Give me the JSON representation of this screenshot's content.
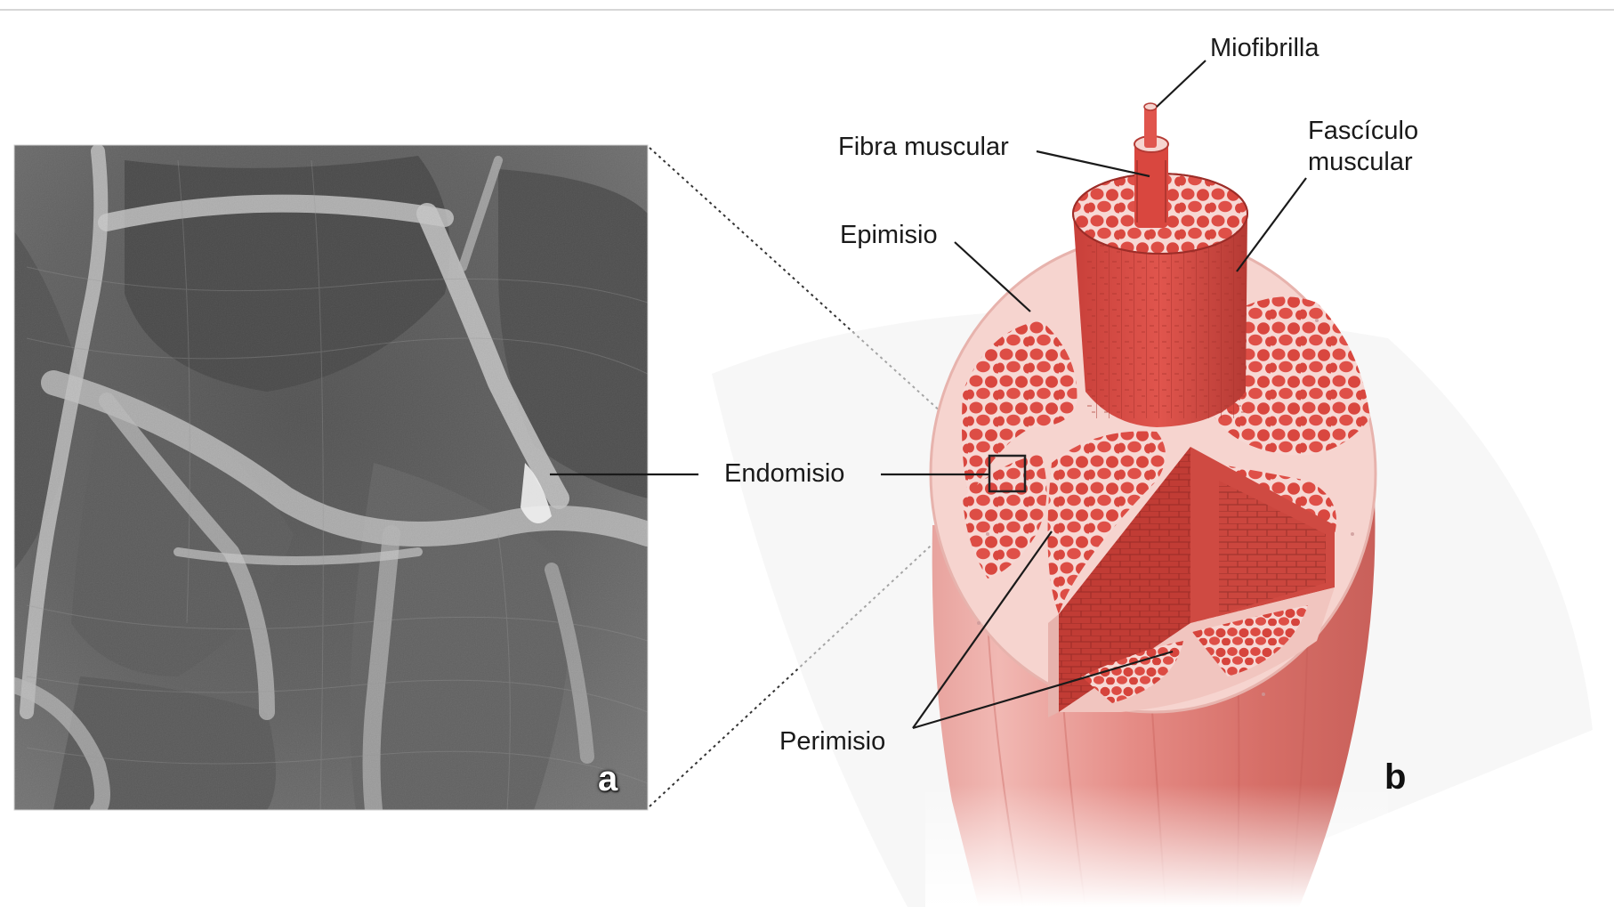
{
  "figure": {
    "panels": {
      "a": "a",
      "b": "b"
    },
    "labels": {
      "miofibrilla": "Miofibrilla",
      "fibra_muscular": "Fibra muscular",
      "fasciculo_line1": "Fascículo",
      "fasciculo_line2": "muscular",
      "epimisio": "Epimisio",
      "endomisio": "Endomisio",
      "perimisio": "Perimisio"
    },
    "colors": {
      "muscle_red": "#d9473f",
      "muscle_dark": "#a82e2a",
      "connective_pink": "#f6d4cf",
      "sem_gray": "#5a5a5a"
    }
  }
}
